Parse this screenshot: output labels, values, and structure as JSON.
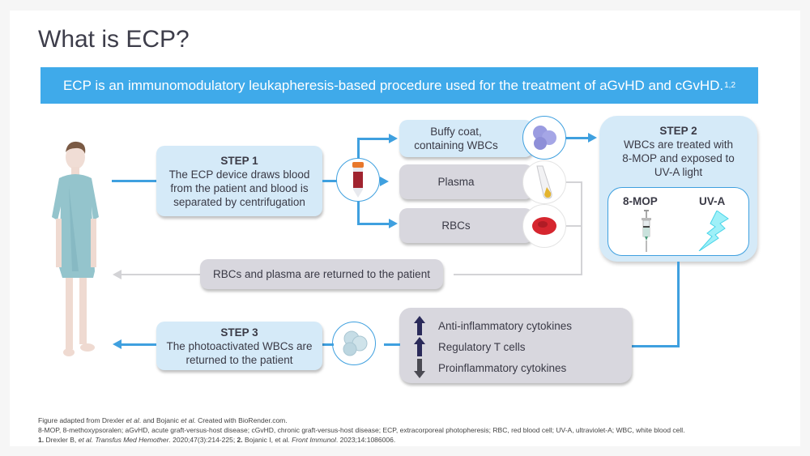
{
  "title": "What is ECP?",
  "banner": {
    "text": "ECP is an immunomodulatory leukapheresis-based procedure used for the treatment of aGvHD and cGvHD.",
    "sup": "1,2"
  },
  "step1": {
    "label": "STEP 1",
    "text": "The ECP device draws blood from the patient and blood is separated by centrifugation"
  },
  "fractions": [
    {
      "label": "Buffy coat, containing WBCs",
      "icon": "wbc-cluster-icon"
    },
    {
      "label": "Plasma",
      "icon": "plasma-tube-icon"
    },
    {
      "label": "RBCs",
      "icon": "red-blood-cell-icon"
    }
  ],
  "step2": {
    "label": "STEP 2",
    "text": "WBCs are treated with 8-MOP and exposed to UV-A light",
    "agent1": "8-MOP",
    "agent2": "UV-A"
  },
  "return_box": {
    "text": "RBCs and plasma are returned to the patient"
  },
  "step3": {
    "label": "STEP 3",
    "text": "The photoactivated WBCs are returned to the patient"
  },
  "effects": [
    {
      "direction": "up",
      "text": "Anti-inflammatory cytokines"
    },
    {
      "direction": "up",
      "text": "Regulatory T cells"
    },
    {
      "direction": "down",
      "text": "Proinflammatory cytokines"
    }
  ],
  "footer": {
    "line1_a": "Figure adapted from Drexler ",
    "line1_b": "et al",
    "line1_c": ". and Bojanic ",
    "line1_d": "et al.",
    "line1_e": " Created with BioRender.com.",
    "line2": "8-MOP, 8-methoxypsoralen; aGvHD, acute graft-versus-host disease; cGvHD, chronic graft-versus-host disease; ECP, extracorporeal photopheresis; RBC, red blood cell; UV-A, ultraviolet-A; WBC, white blood cell.",
    "ref1_num": "1.",
    "ref1_a": " Drexler B, ",
    "ref1_b": "et al. Transfus Med Hemother",
    "ref1_c": ". 2020;47(3):214-225; ",
    "ref2_num": "2.",
    "ref2_a": " Bojanic I, et al. ",
    "ref2_b": "Front Immunol",
    "ref2_c": ". 2023;14:1086006."
  },
  "colors": {
    "accent": "#3faaea",
    "box_blue": "#d5eaf8",
    "box_grey": "#d8d7de",
    "arrow_up": "#2a2a5a",
    "arrow_down": "#4a4a52"
  }
}
